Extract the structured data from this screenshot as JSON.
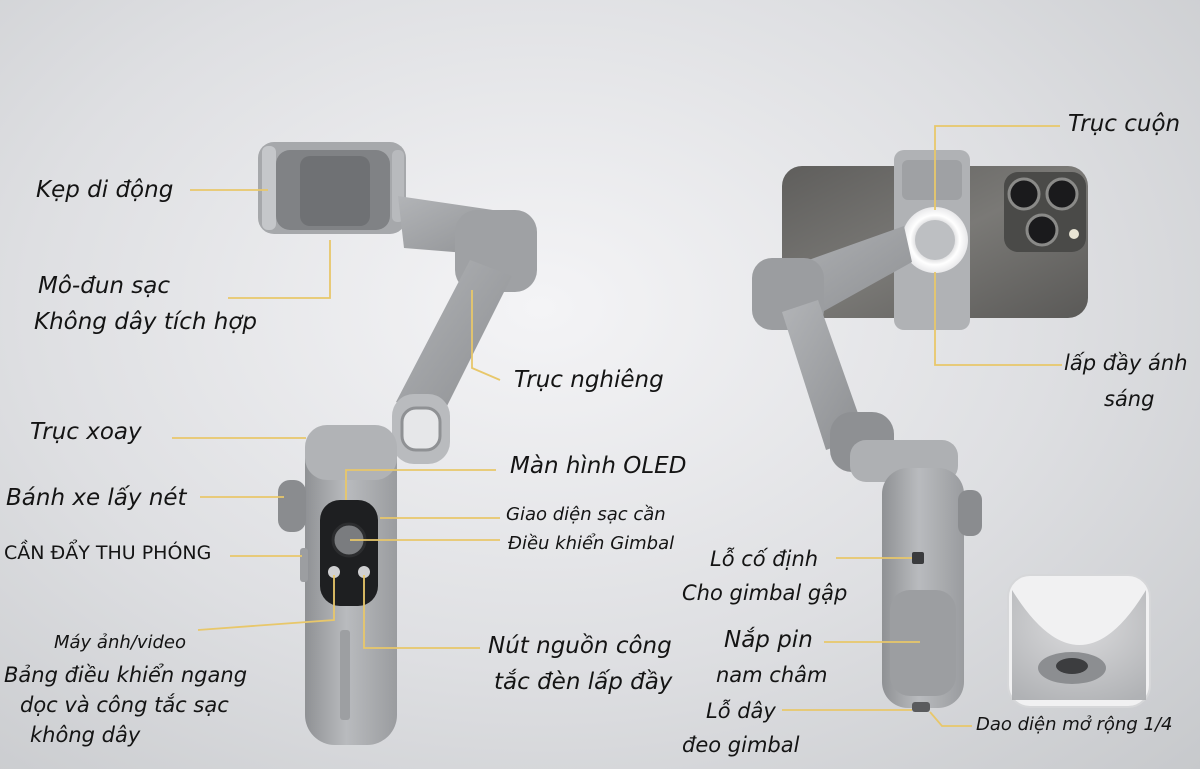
{
  "labels": {
    "kep_di_dong": "Kẹp di động",
    "mo_dun_sac_1": "Mô-đun sạc",
    "mo_dun_sac_2": "Không dây tích hợp",
    "truc_nghieng": "Trục nghiêng",
    "truc_xoay": "Trục xoay",
    "man_hinh_oled": "Màn hình OLED",
    "banh_xe": "Bánh xe lấy nét",
    "giao_dien_sac": "Giao diện sạc cần",
    "dieu_khien": "Điều khiển Gimbal",
    "can_day": "CẦN ĐẨY THU PHÓNG",
    "may_anh_1": "Máy ảnh/video",
    "may_anh_2": "Bảng điều khiển ngang",
    "may_anh_3": "dọc và công tắc sạc",
    "may_anh_4": "không dây",
    "nut_nguon_1": "Nút nguồn công",
    "nut_nguon_2": "tắc đèn lấp đầy",
    "truc_cuon": "Trục cuộn",
    "lap_day_1": "lấp đầy ánh",
    "lap_day_2": "sáng",
    "lo_co_dinh_1": "Lỗ cố định",
    "lo_co_dinh_2": "Cho gimbal gập",
    "nap_pin_1": "Nắp pin",
    "nap_pin_2": "nam châm",
    "lo_day_1": "Lỗ dây",
    "lo_day_2": "đeo gimbal",
    "dao_dien": "Dao diện mở rộng 1/4"
  },
  "colors": {
    "leader": "#e8c76a",
    "body": "#a9abae",
    "body_dark": "#8e9093",
    "phone": "#6d6c6a"
  }
}
